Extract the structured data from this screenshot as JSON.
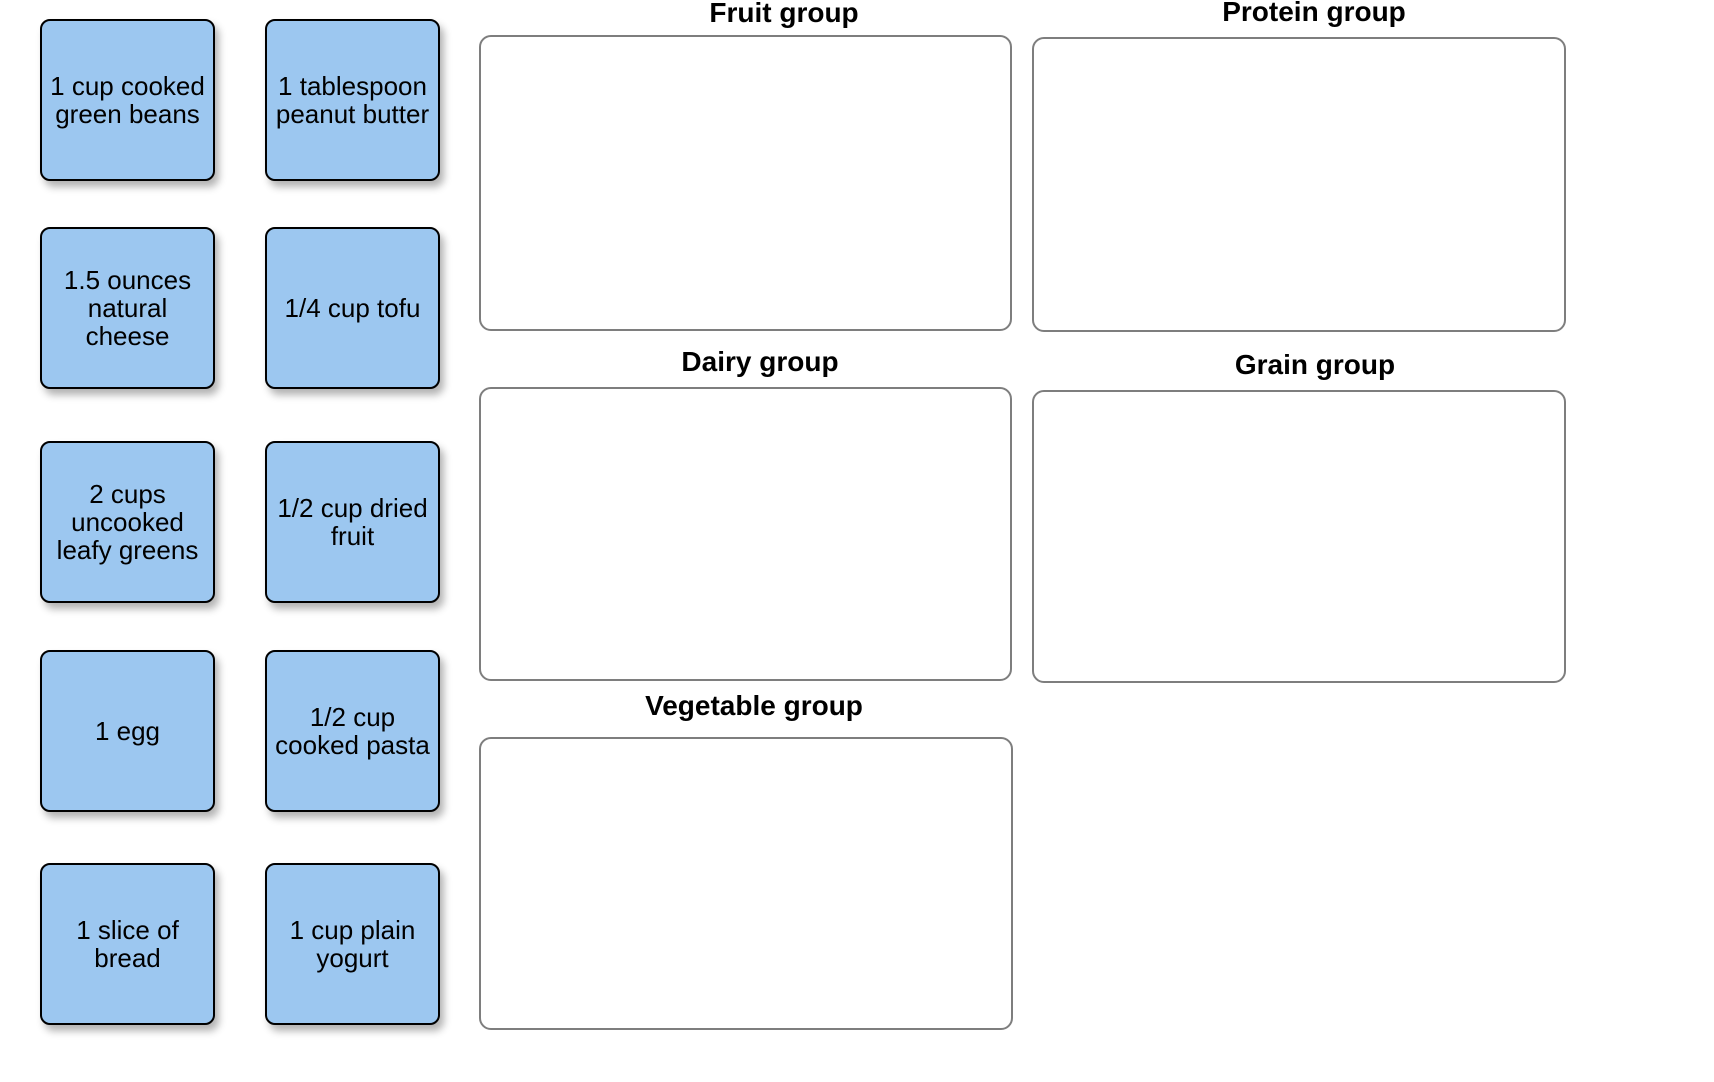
{
  "activity": {
    "cards": [
      {
        "label": "1 cup cooked green beans"
      },
      {
        "label": "1 tablespoon peanut butter"
      },
      {
        "label": "1.5 ounces natural cheese"
      },
      {
        "label": "1/4 cup tofu"
      },
      {
        "label": "2 cups uncooked leafy greens"
      },
      {
        "label": "1/2 cup dried fruit"
      },
      {
        "label": "1 egg"
      },
      {
        "label": "1/2 cup cooked pasta"
      },
      {
        "label": "1 slice of bread"
      },
      {
        "label": "1 cup plain yogurt"
      }
    ],
    "zones": [
      {
        "label": "Fruit group"
      },
      {
        "label": "Protein group"
      },
      {
        "label": "Dairy group"
      },
      {
        "label": "Grain group"
      },
      {
        "label": "Vegetable group"
      }
    ]
  },
  "colors": {
    "card_fill": "#9CC7F0",
    "card_border": "#000000",
    "card_text": "#000000",
    "zone_fill": "#FFFFFF",
    "zone_border": "#7E7E7E",
    "zone_title": "#000000",
    "page_background": "#FFFFFF"
  }
}
